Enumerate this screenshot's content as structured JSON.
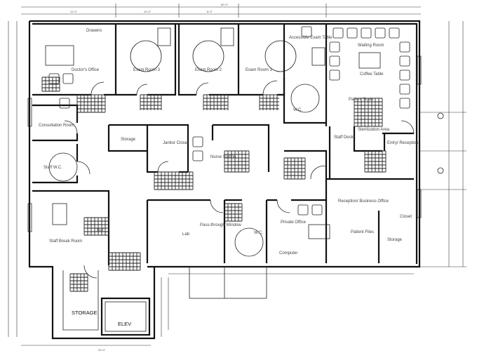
{
  "plan": {
    "rooms": {
      "doctors_office": "Doctor's Office",
      "drawers": "Drawers",
      "exam3": "Exam Room 3",
      "exam2": "Exam Room 2",
      "exam1": "Exam Room 1",
      "accessible_table": "Accessible Exam Table",
      "waiting": "Waiting Room",
      "coffee_table": "Coffee Table",
      "patient_scale": "Patient Scale",
      "consult": "Consultation Room",
      "staff_wc": "Staff W.C.",
      "storage_small": "Storage",
      "janitor": "Janitor Closet",
      "nurse": "Nurse Station",
      "wc_top": "W.C.",
      "station_desk": "Staff Desk",
      "sterilization": "Sterilization Area",
      "entry": "Entry/ Reception",
      "break_room": "Staff Break Room",
      "fridge": "Ref.",
      "lab": "Lab",
      "pass_through": "Pass-through Window",
      "wc_bottom": "W.C.",
      "private_office": "Private Office",
      "computer": "Computer",
      "reception_office": "Reception/ Business Office",
      "file": "Patient Files",
      "closet": "Closet",
      "storage_right": "Storage",
      "storage": "STORAGE",
      "elev": "ELEV"
    },
    "dimensions": {
      "overall": "60'-0\"",
      "d1": "12'-0\"",
      "d2": "10'-0\"",
      "d3": "8'-0\"",
      "d4": "20'-0\""
    }
  }
}
